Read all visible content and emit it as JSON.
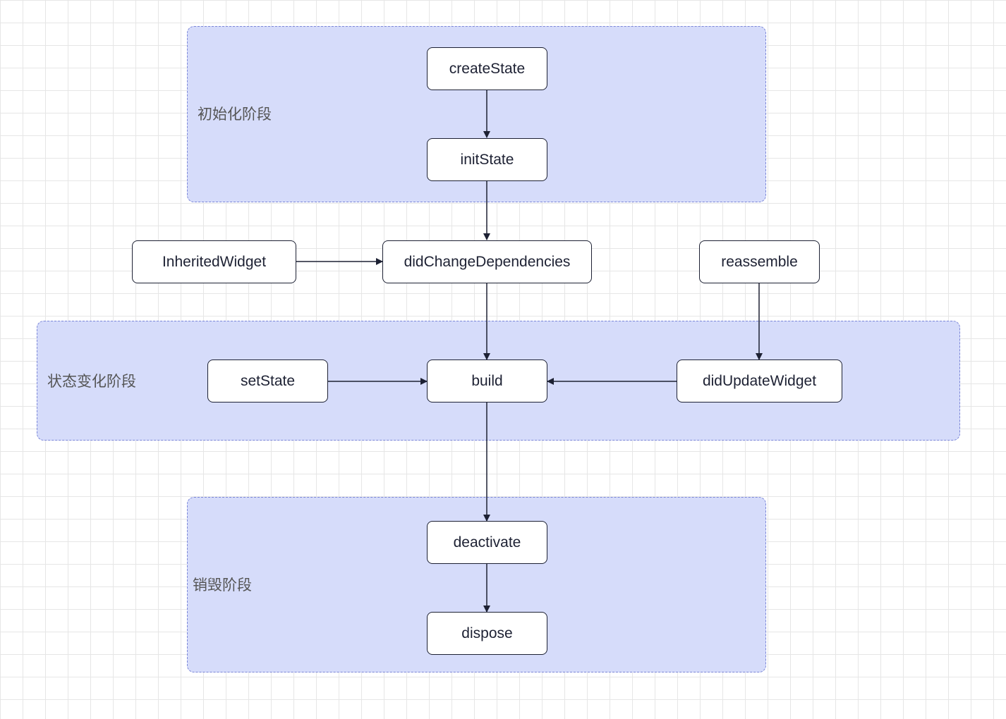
{
  "groups": {
    "init": {
      "label": "初始化阶段"
    },
    "state_change": {
      "label": "状态变化阶段"
    },
    "destroy": {
      "label": "销毁阶段"
    }
  },
  "nodes": {
    "create_state": "createState",
    "init_state": "initState",
    "inherited_widget": "InheritedWidget",
    "did_change_dependencies": "didChangeDependencies",
    "reassemble": "reassemble",
    "set_state": "setState",
    "build": "build",
    "did_update_widget": "didUpdateWidget",
    "deactivate": "deactivate",
    "dispose": "dispose"
  },
  "edges": [
    {
      "from": "createState",
      "to": "initState"
    },
    {
      "from": "initState",
      "to": "didChangeDependencies"
    },
    {
      "from": "InheritedWidget",
      "to": "didChangeDependencies"
    },
    {
      "from": "didChangeDependencies",
      "to": "build"
    },
    {
      "from": "reassemble",
      "to": "didUpdateWidget"
    },
    {
      "from": "setState",
      "to": "build"
    },
    {
      "from": "didUpdateWidget",
      "to": "build"
    },
    {
      "from": "build",
      "to": "deactivate"
    },
    {
      "from": "deactivate",
      "to": "dispose"
    }
  ],
  "colors": {
    "group_fill": "#d6dcfa",
    "group_border": "#7b86d8",
    "node_border": "#1d2133",
    "edge": "#1d2133"
  }
}
